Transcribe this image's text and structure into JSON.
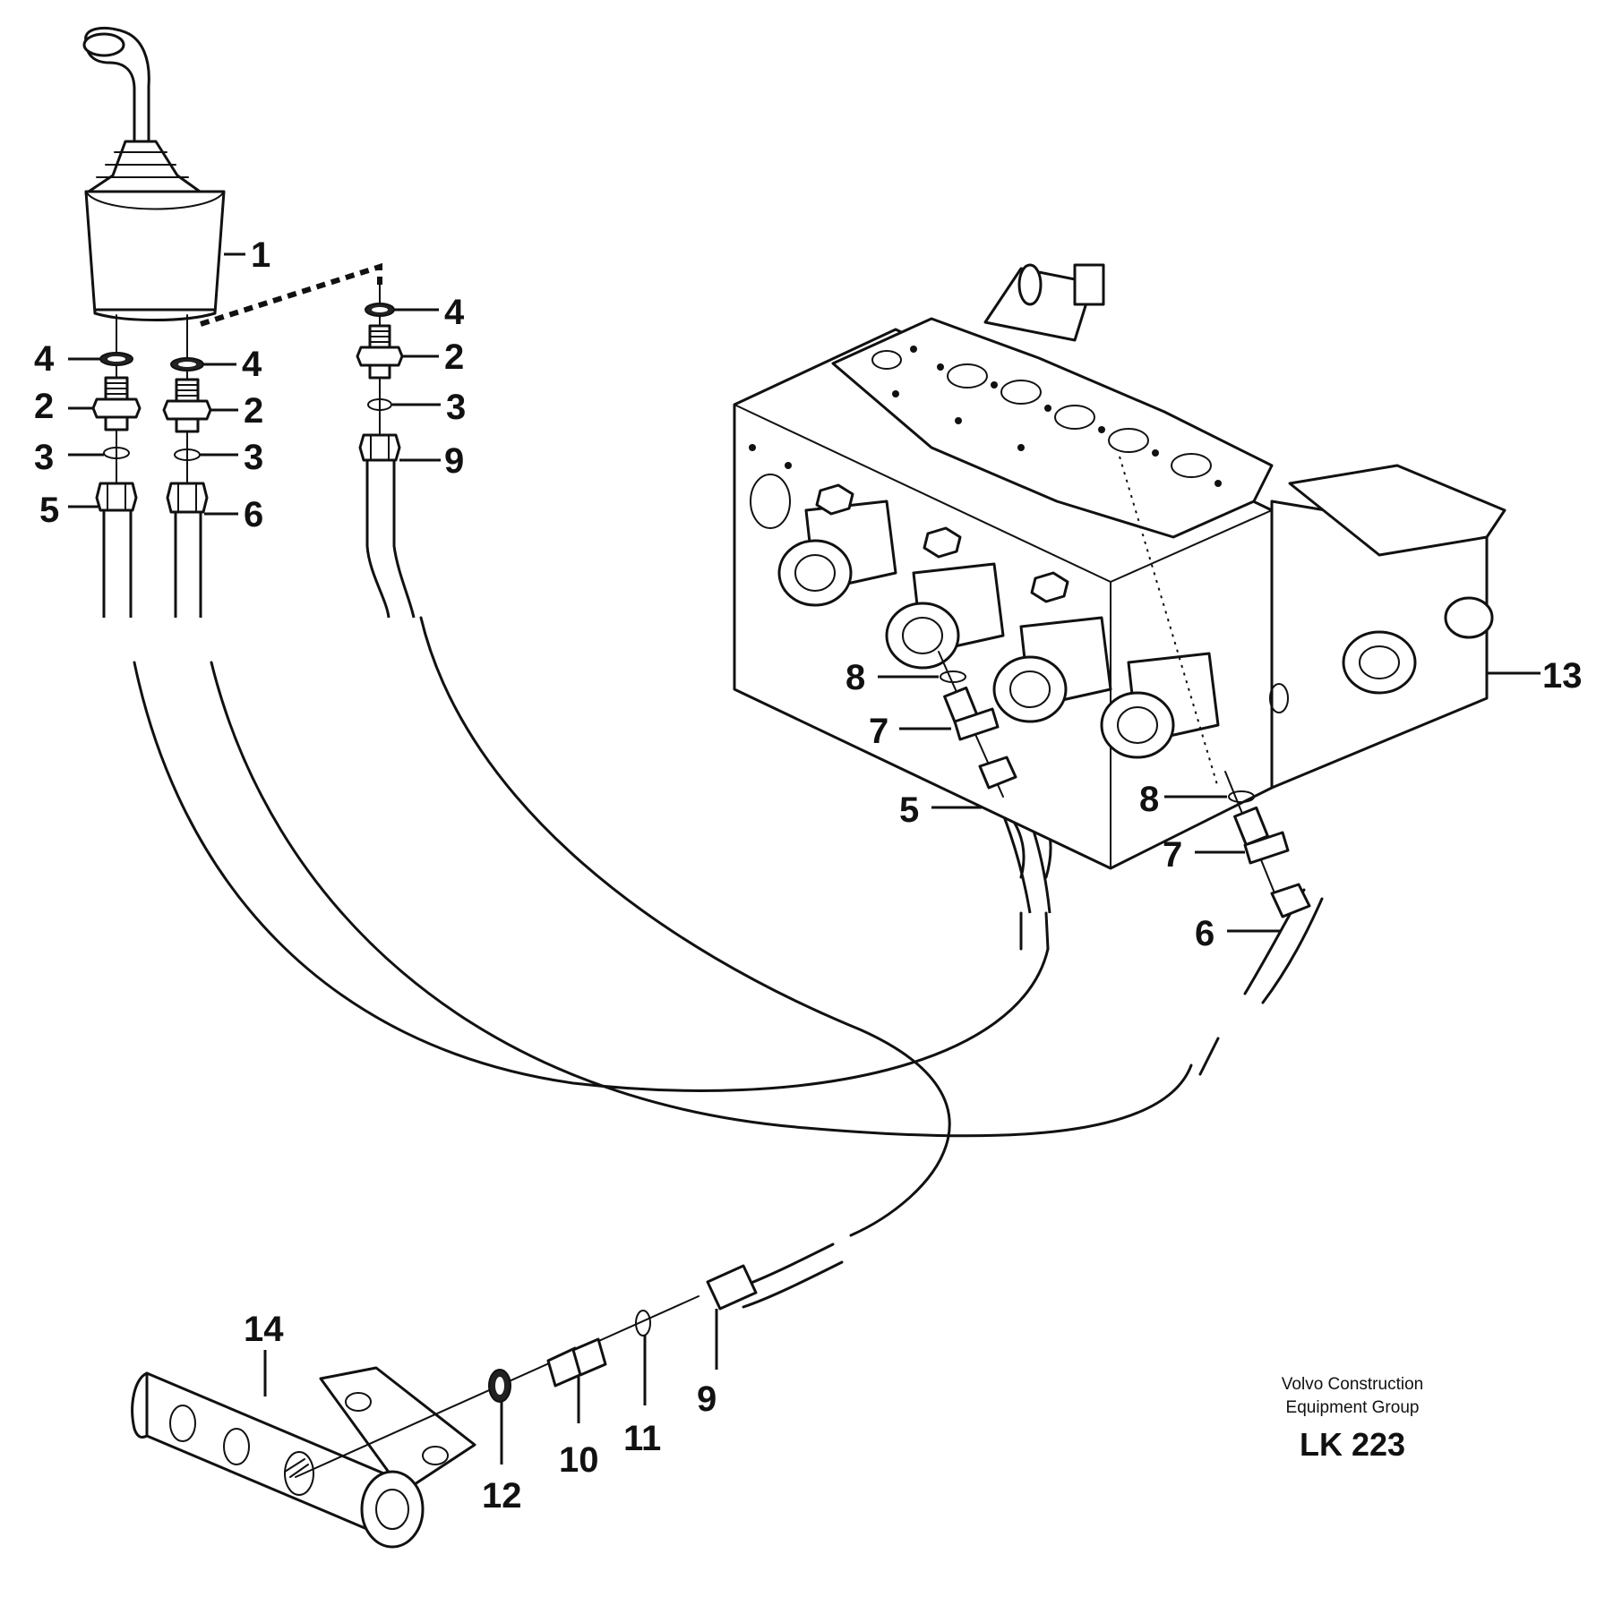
{
  "callouts": {
    "c1": "1",
    "c2": "2",
    "c3": "3",
    "c4": "4",
    "c5": "5",
    "c6": "6",
    "c7": "7",
    "c8": "8",
    "c9": "9",
    "c10": "10",
    "c11": "11",
    "c12": "12",
    "c13": "13",
    "c14": "14"
  },
  "credit": {
    "line1": "Volvo Construction",
    "line2": "Equipment Group",
    "code": "LK 223"
  }
}
